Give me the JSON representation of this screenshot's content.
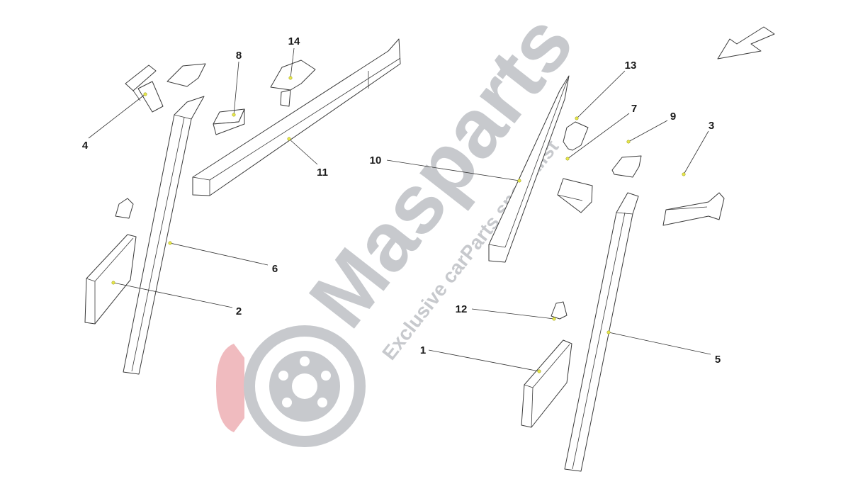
{
  "diagram": {
    "watermark": {
      "brand": "Masparts",
      "tagline": "Exclusive carParts specialist",
      "brand_color": "#c4c7cb",
      "accent_color": "#f0b8bc"
    },
    "direction_icon": "arrow-down-left-icon",
    "callouts": [
      {
        "id": "1",
        "label": "1"
      },
      {
        "id": "2",
        "label": "2"
      },
      {
        "id": "3",
        "label": "3"
      },
      {
        "id": "4",
        "label": "4"
      },
      {
        "id": "5",
        "label": "5"
      },
      {
        "id": "6",
        "label": "6"
      },
      {
        "id": "7",
        "label": "7"
      },
      {
        "id": "8",
        "label": "8"
      },
      {
        "id": "9",
        "label": "9"
      },
      {
        "id": "10",
        "label": "10"
      },
      {
        "id": "11",
        "label": "11"
      },
      {
        "id": "12",
        "label": "12"
      },
      {
        "id": "13",
        "label": "13"
      },
      {
        "id": "14",
        "label": "14"
      }
    ]
  }
}
